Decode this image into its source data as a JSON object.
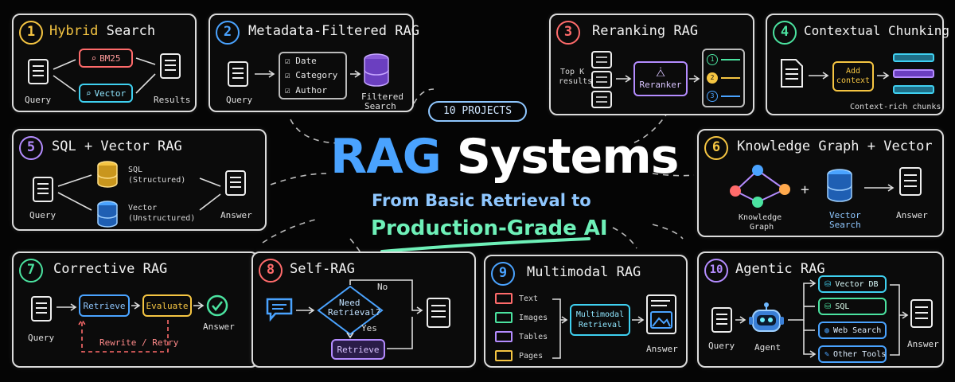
{
  "center": {
    "tag": "10 PROJECTS",
    "title_rag": "RAG",
    "title_systems": "Systems",
    "subtitle_line1": "From Basic Retrieval to",
    "subtitle_line2": "Production-Grade AI"
  },
  "colors": {
    "yellow": "#f5c542",
    "blue": "#4aa3ff",
    "red": "#ff6b6b",
    "green": "#4be3a0",
    "purple": "#b48cff",
    "cyan": "#3fd0f0",
    "pink": "#ff6fb0",
    "orange": "#ffa94d"
  },
  "cards": {
    "c1": {
      "number": "1",
      "title_a": "Hybrid",
      "title_b": " Search",
      "query": "Query",
      "bm25": "BM25",
      "vector": "Vector",
      "results": "Results"
    },
    "c2": {
      "number": "2",
      "title": "Metadata-Filtered RAG",
      "query": "Query",
      "filters": [
        "Date",
        "Category",
        "Author"
      ],
      "filtered": "Filtered",
      "search": "Search"
    },
    "c3": {
      "number": "3",
      "title": "Reranking RAG",
      "topk_a": "Top K",
      "topk_b": "results",
      "reranker": "Reranker",
      "ranks": [
        "1",
        "2",
        "3"
      ]
    },
    "c4": {
      "number": "4",
      "title": "Contextual Chunking",
      "add_a": "Add",
      "add_b": "context",
      "chunks": "Context-rich chunks"
    },
    "c5": {
      "number": "5",
      "title": "SQL + Vector RAG",
      "query": "Query",
      "sql_a": "SQL",
      "sql_b": "(Structured)",
      "vec_a": "Vector",
      "vec_b": "(Unstructured)",
      "answer": "Answer"
    },
    "c6": {
      "number": "6",
      "title": "Knowledge Graph + Vector",
      "kg_a": "Knowledge",
      "kg_b": "Graph",
      "plus": "+",
      "vs_a": "Vector",
      "vs_b": "Search",
      "answer": "Answer"
    },
    "c7": {
      "number": "7",
      "title": "Corrective RAG",
      "query": "Query",
      "retrieve": "Retrieve",
      "evaluate": "Evaluate",
      "answer": "Answer",
      "rewrite": "Rewrite / Retry"
    },
    "c8": {
      "number": "8",
      "title": "Self-RAG",
      "need_a": "Need",
      "need_b": "Retrieval?",
      "no": "No",
      "yes": "Yes",
      "retrieve": "Retrieve"
    },
    "c9": {
      "number": "9",
      "title": "Multimodal RAG",
      "modes": [
        "Text",
        "Images",
        "Tables",
        "Pages"
      ],
      "mm_a": "Multimodal",
      "mm_b": "Retrieval",
      "answer": "Answer"
    },
    "c10": {
      "number": "10",
      "title": "Agentic RAG",
      "query": "Query",
      "agent": "Agent",
      "tools": [
        "Vector DB",
        "SQL",
        "Web Search",
        "Other Tools"
      ],
      "answer": "Answer"
    }
  }
}
